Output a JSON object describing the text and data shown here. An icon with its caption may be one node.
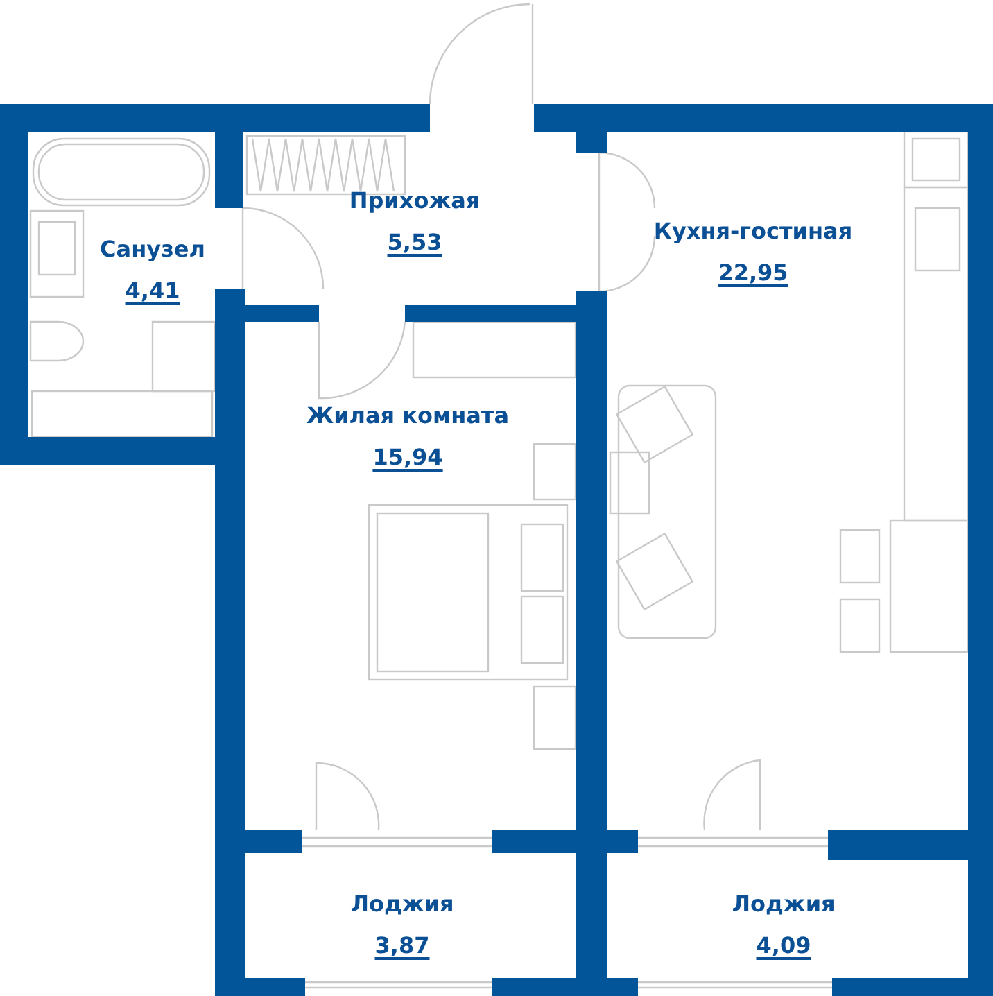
{
  "diagram": {
    "nodes": [
      {
        "text": [
          "Санузел",
          "4,41"
        ]
      },
      {
        "text": [
          "Прихожая",
          "5,53"
        ]
      },
      {
        "text": [
          "Кухня-гостиная",
          "22,95"
        ]
      },
      {
        "text": [
          "Жилая комната",
          "15,94"
        ]
      },
      {
        "text": [
          "Лоджия",
          "3,87"
        ]
      },
      {
        "text": [
          "Лоджия",
          "4,09"
        ]
      }
    ]
  }
}
